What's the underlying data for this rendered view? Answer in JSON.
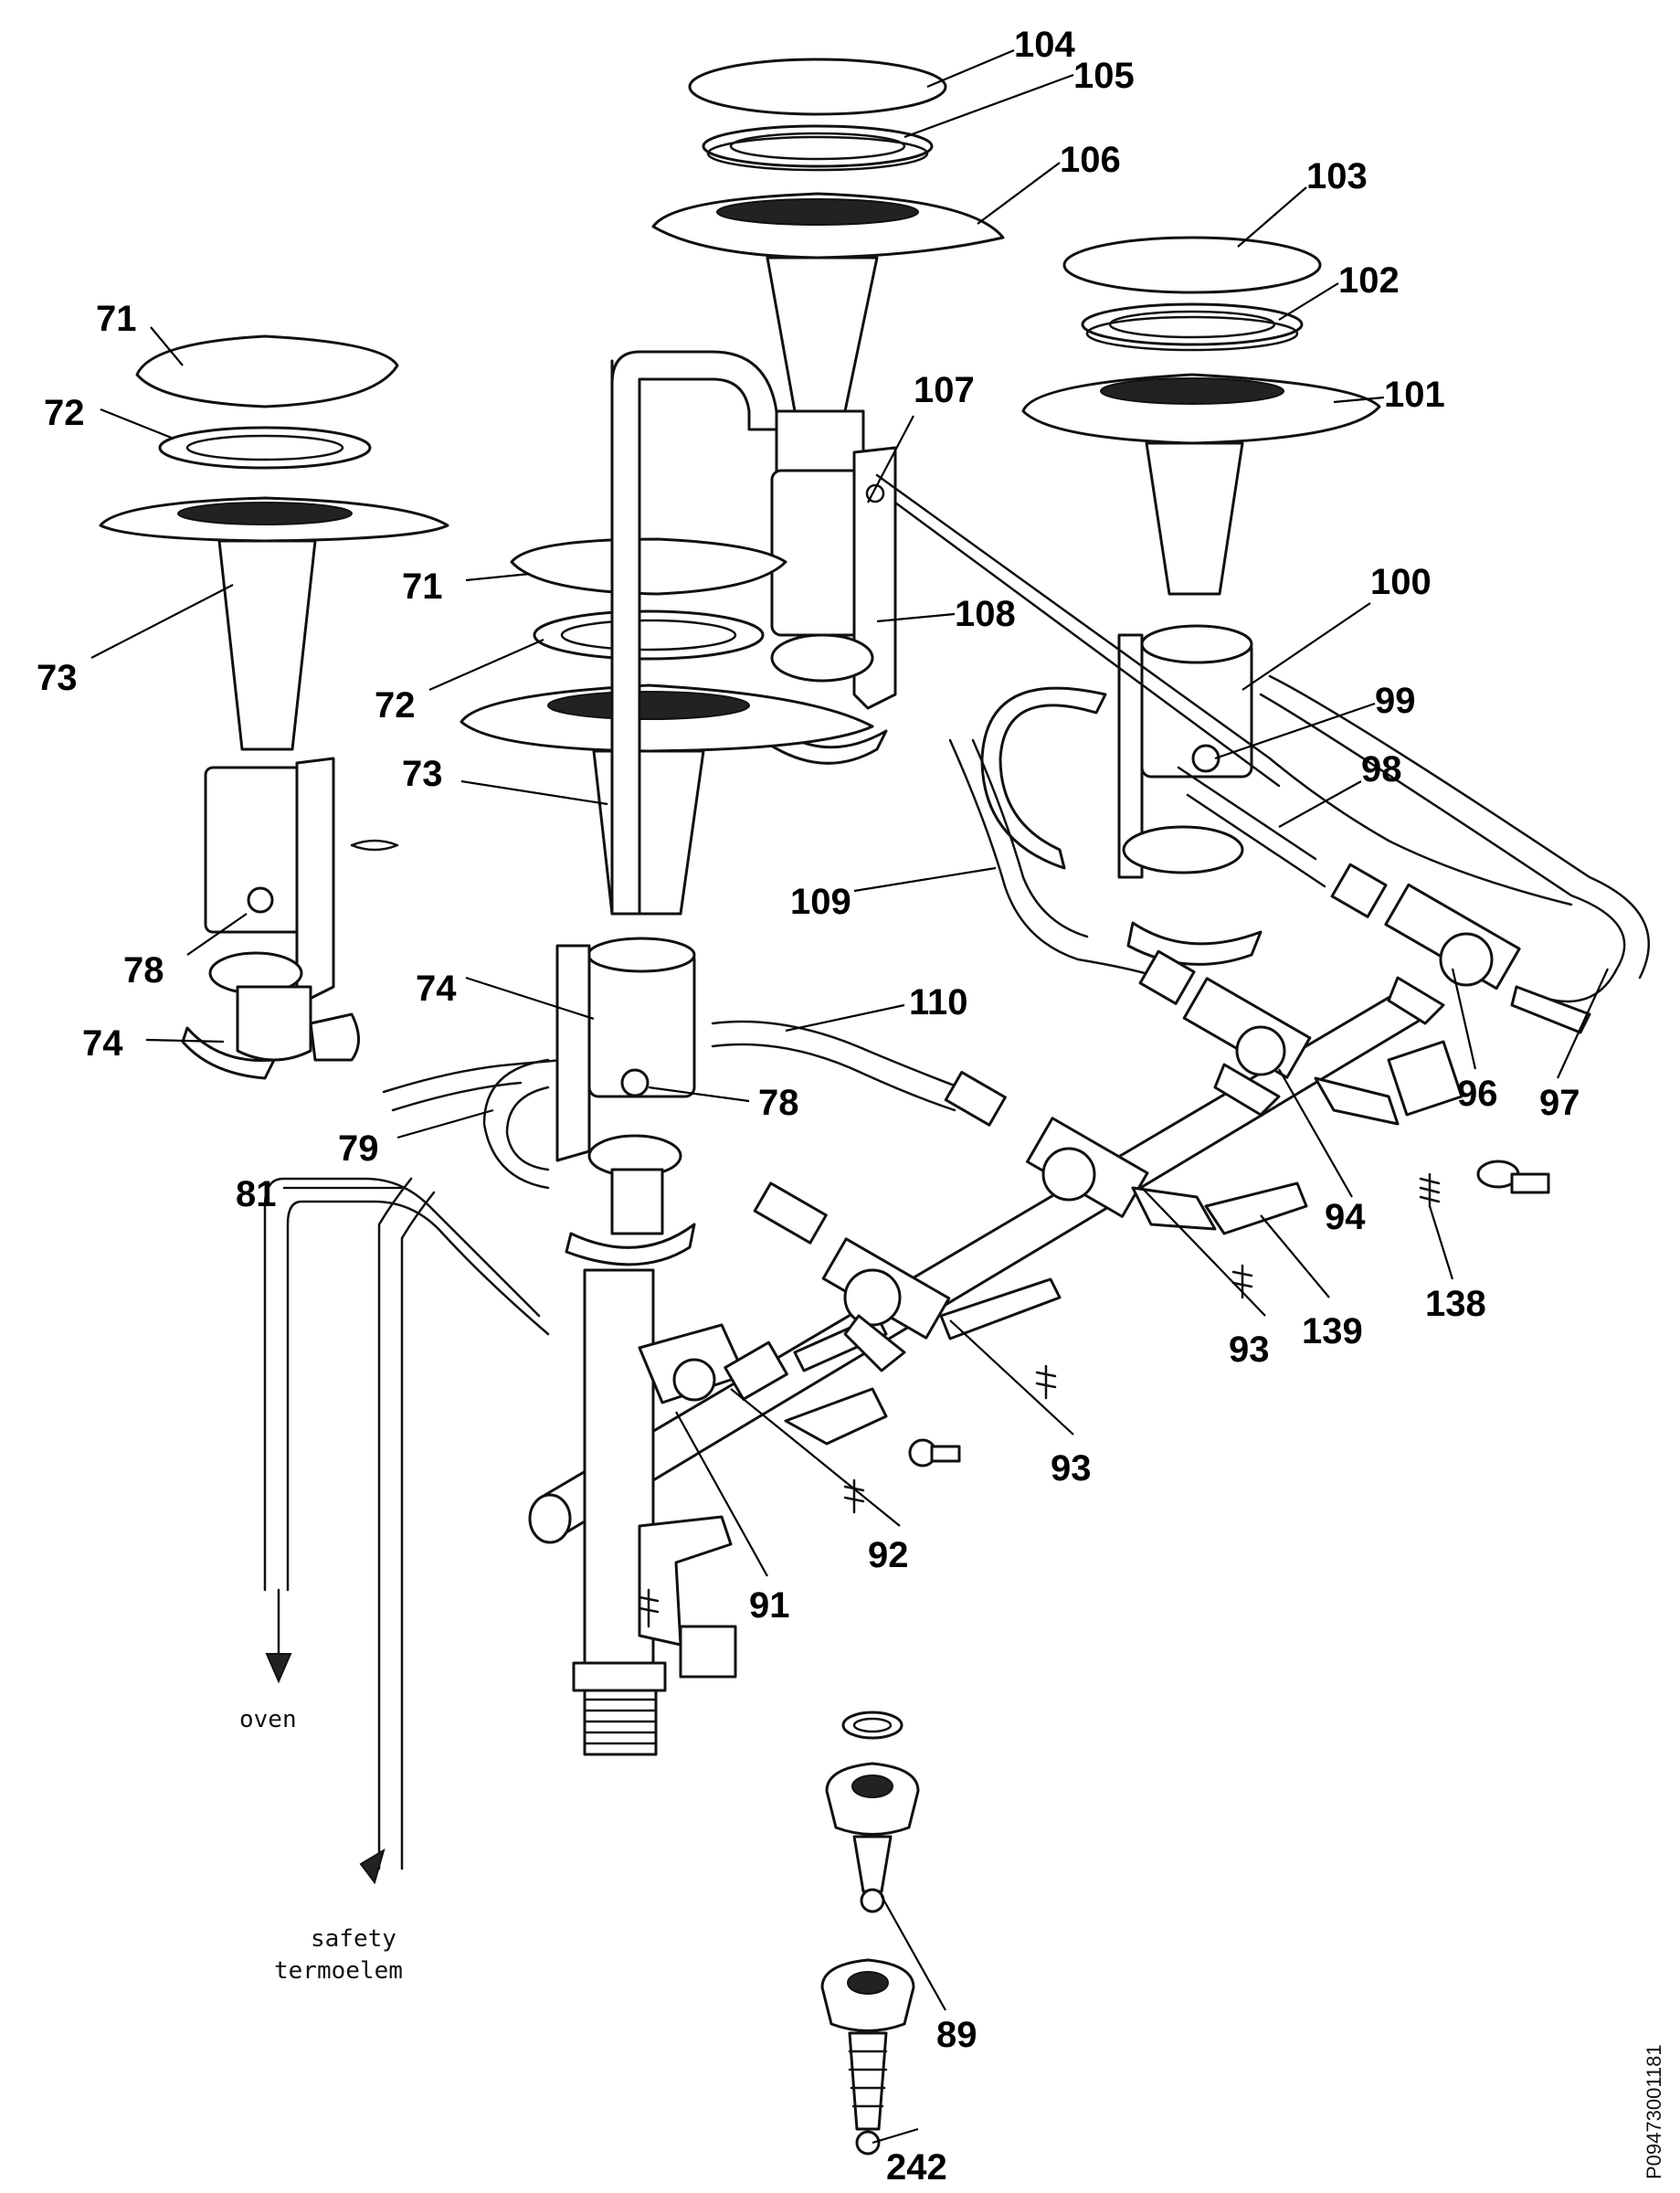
{
  "callouts": [
    {
      "id": "n104",
      "text": "104"
    },
    {
      "id": "n105",
      "text": "105"
    },
    {
      "id": "n106",
      "text": "106"
    },
    {
      "id": "n103",
      "text": "103"
    },
    {
      "id": "n102",
      "text": "102"
    },
    {
      "id": "n101",
      "text": "101"
    },
    {
      "id": "n107",
      "text": "107"
    },
    {
      "id": "n108",
      "text": "108"
    },
    {
      "id": "n100",
      "text": "100"
    },
    {
      "id": "n99",
      "text": "99"
    },
    {
      "id": "n98",
      "text": "98"
    },
    {
      "id": "n109",
      "text": "109"
    },
    {
      "id": "n110",
      "text": "110"
    },
    {
      "id": "n96",
      "text": "96"
    },
    {
      "id": "n97",
      "text": "97"
    },
    {
      "id": "n94",
      "text": "94"
    },
    {
      "id": "n138",
      "text": "138"
    },
    {
      "id": "n139",
      "text": "139"
    },
    {
      "id": "n93a",
      "text": "93"
    },
    {
      "id": "n93b",
      "text": "93"
    },
    {
      "id": "n92",
      "text": "92"
    },
    {
      "id": "n91",
      "text": "91"
    },
    {
      "id": "n89",
      "text": "89"
    },
    {
      "id": "n242",
      "text": "242"
    },
    {
      "id": "n71a",
      "text": "71"
    },
    {
      "id": "n72a",
      "text": "72"
    },
    {
      "id": "n73a",
      "text": "73"
    },
    {
      "id": "n78a",
      "text": "78"
    },
    {
      "id": "n74a",
      "text": "74"
    },
    {
      "id": "n71b",
      "text": "71"
    },
    {
      "id": "n72b",
      "text": "72"
    },
    {
      "id": "n73b",
      "text": "73"
    },
    {
      "id": "n74b",
      "text": "74"
    },
    {
      "id": "n78b",
      "text": "78"
    },
    {
      "id": "n79",
      "text": "79"
    },
    {
      "id": "n81",
      "text": "81"
    }
  ],
  "notes": {
    "oven": "oven",
    "safety_line1": "safety",
    "safety_line2": "termoelem"
  },
  "drawing_code": "P09473001181"
}
